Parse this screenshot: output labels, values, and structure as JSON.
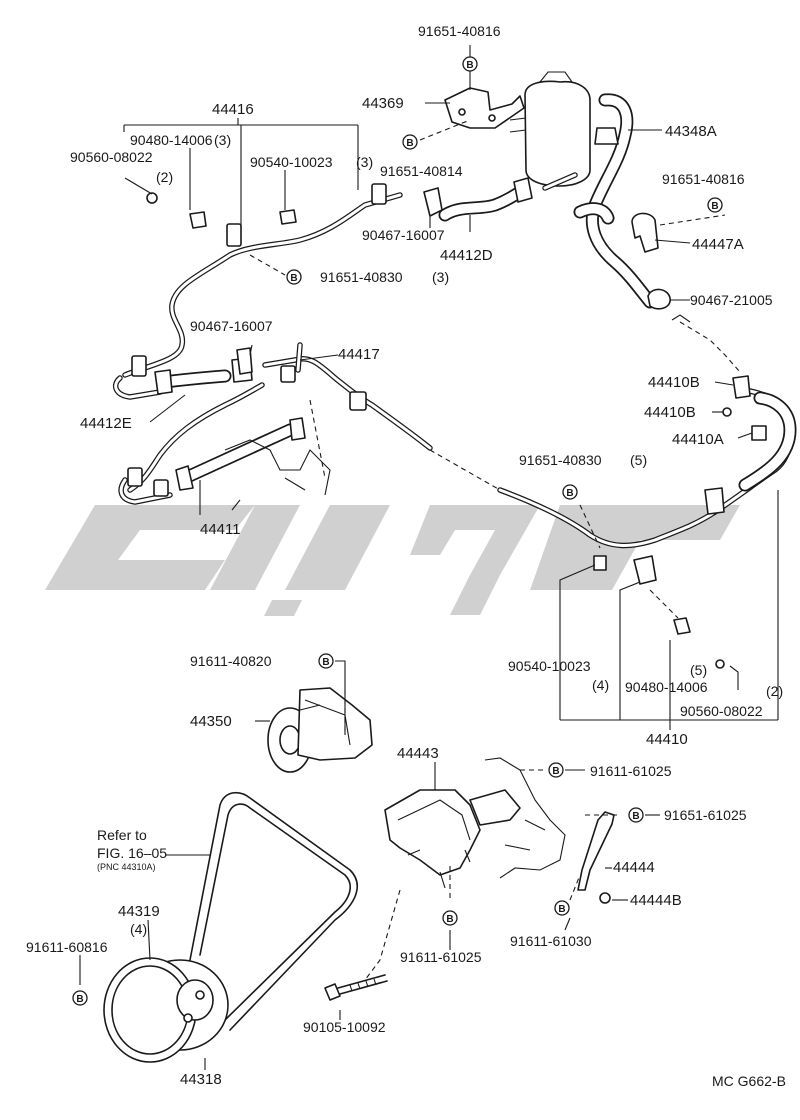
{
  "labels": {
    "p44416": "44416",
    "p44369": "44369",
    "p91651_40816_top": "91651-40816",
    "p91651_40814": "91651-40814",
    "p90480_14006_top": "90480-14006",
    "p90480_14006_top_qty": "(3)",
    "p90560_08022_top": "90560-08022",
    "p90560_08022_top_qty": "(2)",
    "p90540_10023_top": "90540-10023",
    "p90540_10023_top_qty": "(3)",
    "p90467_16007_top": "90467-16007",
    "p44412D": "44412D",
    "p91651_40830_top": "91651-40830",
    "p91651_40830_top_qty": "(3)",
    "p44348A": "44348A",
    "p91651_40816_right": "91651-40816",
    "p44447A": "44447A",
    "p90467_21005": "90467-21005",
    "p90467_16007_mid": "90467-16007",
    "p44417": "44417",
    "p44412E": "44412E",
    "p44411": "44411",
    "p44410B_1": "44410B",
    "p44410B_2": "44410B",
    "p44410A": "44410A",
    "p91651_40830_mid": "91651-40830",
    "p91651_40830_mid_qty": "(5)",
    "p91611_40820": "91611-40820",
    "p44350": "44350",
    "p90540_10023_bot": "90540-10023",
    "p90540_10023_bot_qty": "(4)",
    "p90480_14006_bot": "90480-14006",
    "p90480_14006_bot_qty": "(5)",
    "p90560_08022_bot": "90560-08022",
    "p90560_08022_bot_qty": "(2)",
    "p44410": "44410",
    "p44443": "44443",
    "p91611_61025_top": "91611-61025",
    "p91651_61025": "91651-61025",
    "refer_line1": "Refer to",
    "refer_line2": "FIG. 16–05",
    "refer_line3": "(PNC 44310A)",
    "p44444": "44444",
    "p44444B": "44444B",
    "p44319": "44319",
    "p44319_qty": "(4)",
    "p91611_60816": "91611-60816",
    "p91611_61025_bot": "91611-61025",
    "p91611_61030": "91611-61030",
    "p90105_10092": "90105-10092",
    "p44318": "44318",
    "diagram_code": "MC G662-B",
    "b_mark": "B"
  },
  "colors": {
    "ink": "#1a1a1a",
    "watermark": "#c8c8c8"
  }
}
